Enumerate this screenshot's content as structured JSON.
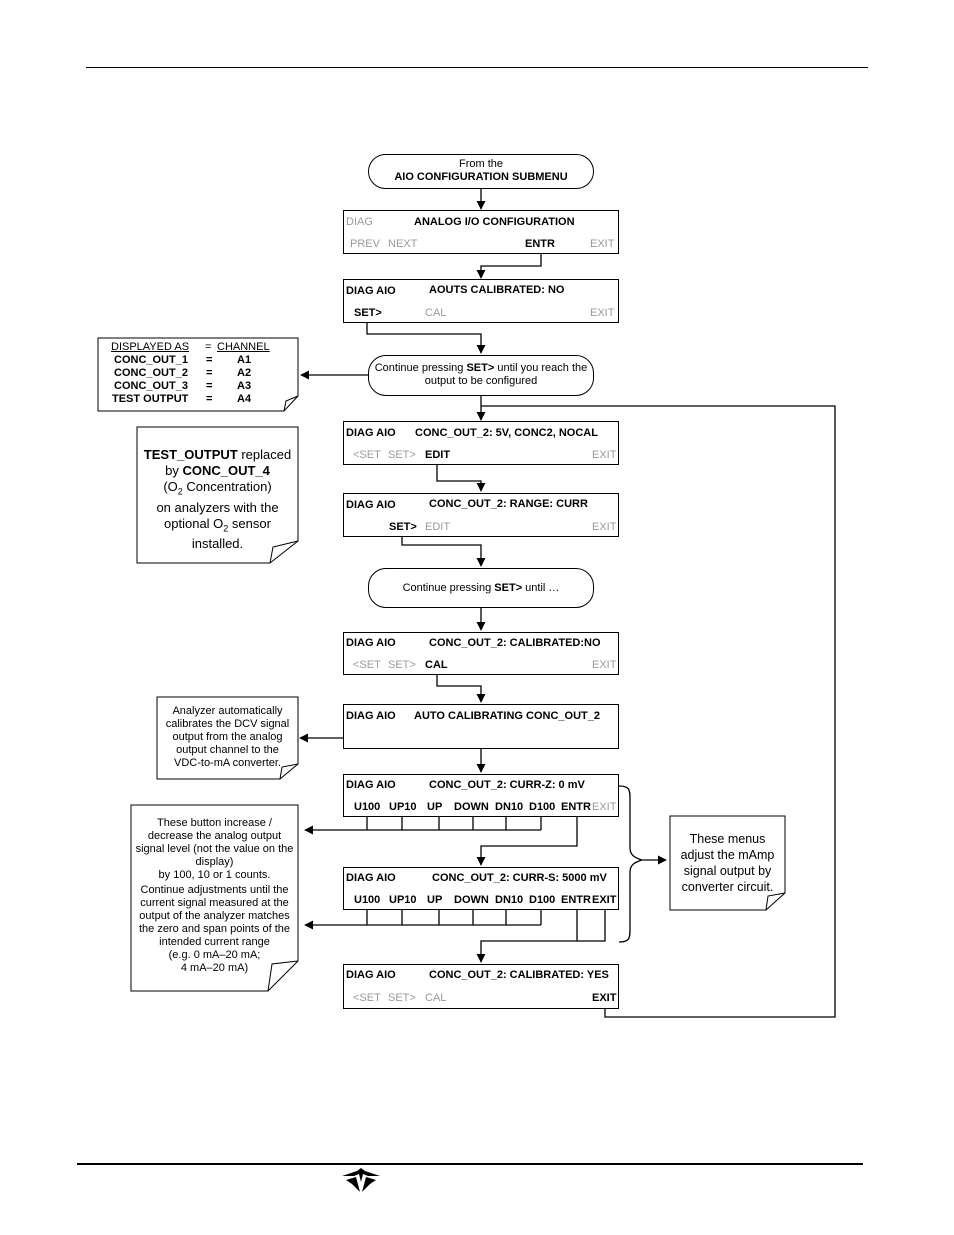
{
  "start": {
    "line1": "From the",
    "line2": "AIO CONFIGURATION SUBMENU"
  },
  "screens": {
    "s1": {
      "left": "DIAG",
      "title": "ANALOG I/O CONFIGURATION",
      "buttons": [
        "PREV",
        "NEXT",
        "ENTR",
        "EXIT"
      ]
    },
    "s2": {
      "left": "DIAG AIO",
      "title": "AOUTS CALIBRATED: NO",
      "buttons": [
        "SET>",
        "CAL",
        "EXIT"
      ]
    },
    "s3": {
      "left": "DIAG AIO",
      "title": "CONC_OUT_2: 5V, CONC2, NOCAL",
      "buttons": [
        "<SET",
        "SET>",
        "EDIT",
        "EXIT"
      ]
    },
    "s4": {
      "left": "DIAG AIO",
      "title": "CONC_OUT_2: RANGE: CURR",
      "buttons": [
        "SET>",
        "EDIT",
        "EXIT"
      ]
    },
    "s5": {
      "left": "DIAG AIO",
      "title": "CONC_OUT_2: CALIBRATED:NO",
      "buttons": [
        "<SET",
        "SET>",
        "CAL",
        "EXIT"
      ]
    },
    "s6": {
      "left": "DIAG AIO",
      "title": "AUTO CALIBRATING CONC_OUT_2"
    },
    "s7": {
      "left": "DIAG AIO",
      "title": "CONC_OUT_2:  CURR-Z: 0 mV",
      "buttons": [
        "U100",
        "UP10",
        "UP",
        "DOWN",
        "DN10",
        "D100",
        "ENTR",
        "EXIT"
      ]
    },
    "s8": {
      "left": "DIAG AIO",
      "title": "CONC_OUT_2:  CURR-S: 5000 mV",
      "buttons": [
        "U100",
        "UP10",
        "UP",
        "DOWN",
        "DN10",
        "D100",
        "ENTR",
        "EXIT"
      ]
    },
    "s9": {
      "left": "DIAG AIO",
      "title": "CONC_OUT_2: CALIBRATED: YES",
      "buttons": [
        "<SET",
        "SET>",
        "CAL",
        "EXIT"
      ]
    }
  },
  "pill2": {
    "line1a": "Continue pressing ",
    "line1b": "SET>",
    "line1c": " until you reach the",
    "line2": "output to be configured"
  },
  "pill3": {
    "a": "Continue pressing ",
    "b": "SET>",
    "c": " until …"
  },
  "channel_table": {
    "header_left": "DISPLAYED AS",
    "header_eq": "=",
    "header_right": "CHANNEL",
    "rows": [
      {
        "name": "CONC_OUT_1",
        "eq": "=",
        "ch": "A1"
      },
      {
        "name": "CONC_OUT_2",
        "eq": "=",
        "ch": "A2"
      },
      {
        "name": "CONC_OUT_3",
        "eq": "=",
        "ch": "A3"
      },
      {
        "name": "TEST OUTPUT",
        "eq": "=",
        "ch": "A4"
      }
    ]
  },
  "note_test_output": {
    "l1a": "TEST_OUTPUT",
    "l1b": " replaced",
    "l2a": "by ",
    "l2b": "CONC_OUT_4",
    "l3a": "(O",
    "l3sub": "2",
    "l3b": " Concentration)",
    "l4": "on analyzers with the",
    "l5a": "optional O",
    "l5sub": "2",
    "l5b": " sensor",
    "l6": "installed."
  },
  "note_auto_cal": [
    "Analyzer automatically",
    "calibrates the DCV signal",
    "output from the analog",
    "output channel to the",
    "VDC-to-mA converter."
  ],
  "note_buttons": [
    "These button increase /",
    "decrease the analog output",
    "signal level (not the value on the",
    "display)",
    "by 100, 10 or 1 counts.",
    "Continue adjustments until the",
    "current signal measured at the",
    "output of the analyzer matches",
    "the zero and span points of the",
    "intended current range",
    "(e.g.   0 mA–20 mA;",
    "4 mA–20 mA)"
  ],
  "note_menus": [
    "These menus",
    "adjust the mAmp",
    "signal output by",
    "converter circuit."
  ]
}
